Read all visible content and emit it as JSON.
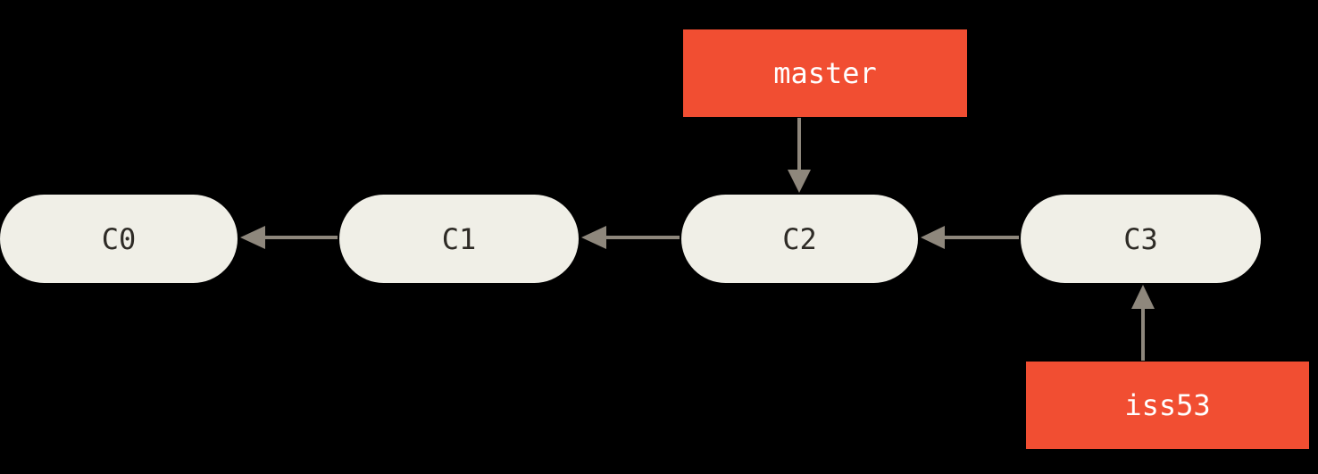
{
  "diagram": {
    "type": "git-commit-graph",
    "colors": {
      "background": "#000000",
      "commit_fill": "#f0efe7",
      "commit_text": "#2e2b26",
      "branch_fill": "#f14e32",
      "branch_text": "#ffffff",
      "arrow": "#8e877c"
    },
    "commits": [
      {
        "id": "C0",
        "label": "C0"
      },
      {
        "id": "C1",
        "label": "C1",
        "parent": "C0"
      },
      {
        "id": "C2",
        "label": "C2",
        "parent": "C1"
      },
      {
        "id": "C3",
        "label": "C3",
        "parent": "C2"
      }
    ],
    "branches": [
      {
        "name": "master",
        "label": "master",
        "points_to": "C2"
      },
      {
        "name": "iss53",
        "label": "iss53",
        "points_to": "C3"
      }
    ]
  }
}
